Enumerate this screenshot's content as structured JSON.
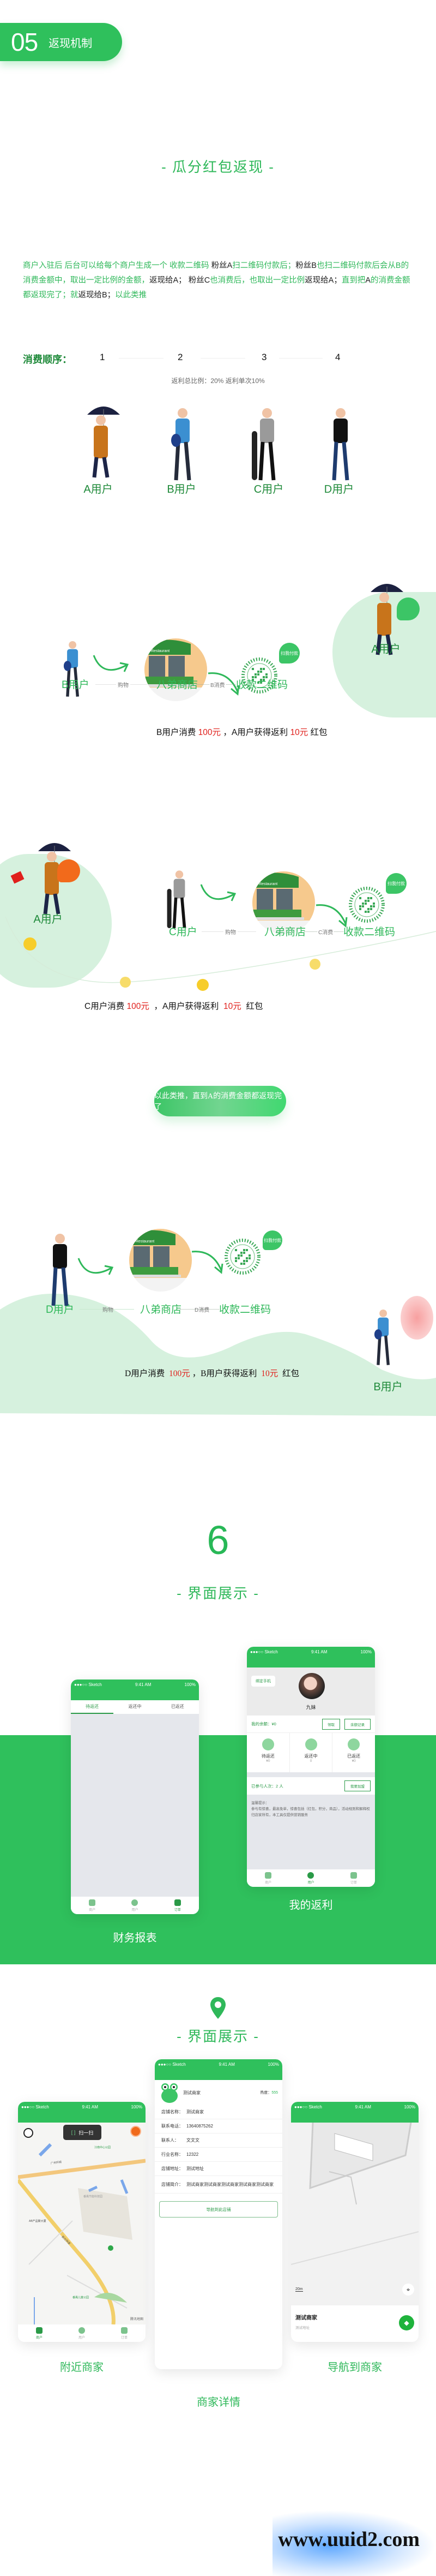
{
  "header": {
    "number": "05",
    "title": "返现机制"
  },
  "section_title": "- 瓜分红包返现 -",
  "intro": {
    "segments": [
      {
        "text": "商户入驻后  后台可以给每个商户生成一个 收款二维码  ",
        "color": "green"
      },
      {
        "text": "粉丝A",
        "color": "black"
      },
      {
        "text": "扫二维码付款后；",
        "color": "green"
      },
      {
        "text": "粉丝B",
        "color": "black"
      },
      {
        "text": "也扫二维码付款后会从B的消费金额中，取出一定比例的金额，",
        "color": "green"
      },
      {
        "text": "返现给A；  粉丝C",
        "color": "black"
      },
      {
        "text": "也消费后，也取出一定比例",
        "color": "green"
      },
      {
        "text": "返现给A；",
        "color": "black"
      },
      {
        "text": "直到把",
        "color": "green"
      },
      {
        "text": "A",
        "color": "black"
      },
      {
        "text": "的消费金额都返现完了；就",
        "color": "green"
      },
      {
        "text": "返现给B；",
        "color": "black"
      },
      {
        "text": "以此类推",
        "color": "green"
      }
    ]
  },
  "sequence": {
    "label": "消费顺序：",
    "steps": [
      "1",
      "2",
      "3",
      "4"
    ],
    "ratio_text": "返利总比例：20%  返利单次10%",
    "users": [
      "A用户",
      "B用户",
      "C用户",
      "D用户"
    ]
  },
  "flows": [
    {
      "buyer": "B用户",
      "shop_action": "购物",
      "store": "八弟商店",
      "pay_action": "B消费",
      "qr": "收款二维码",
      "bubble": "扫我付款",
      "beneficiary": "A用户",
      "summary": [
        {
          "text": "B用户消费 "
        },
        {
          "text": "100元",
          "red": true
        },
        {
          "text": " ，A用户获得返利 "
        },
        {
          "text": "10元",
          "red": true
        },
        {
          "text": " 红包"
        }
      ]
    },
    {
      "buyer": "C用户",
      "shop_action": "购物",
      "store": "八弟商店",
      "pay_action": "C消费",
      "qr": "收款二维码",
      "bubble": "扫我付款",
      "beneficiary": "A用户",
      "summary": [
        {
          "text": "C用户消费 "
        },
        {
          "text": "100元",
          "red": true
        },
        {
          "text": "  ，A用户获得返利  "
        },
        {
          "text": "10元",
          "red": true
        },
        {
          "text": "  红包"
        }
      ]
    },
    {
      "buyer": "D用户",
      "shop_action": "购物",
      "store": "八弟商店",
      "pay_action": "D消费",
      "qr": "收款二维码",
      "bubble": "扫我付款",
      "beneficiary": "B用户",
      "summary": [
        {
          "text": "D用户消费  "
        },
        {
          "text": "100元",
          "red": true
        },
        {
          "text": " ，B用户获得返利  "
        },
        {
          "text": "10元",
          "red": true
        },
        {
          "text": "  红包"
        }
      ]
    }
  ],
  "store_sign": "Restaurant",
  "continue_pill": "以此类推，直到A的消费金额都返现完了",
  "section6": {
    "number": "6",
    "title": "- 界面展示 -"
  },
  "status_bar": {
    "carrier": "●●●○○ Sketch",
    "time": "9:41 AM",
    "battery": "100%"
  },
  "finance_screen": {
    "tabs": [
      "待返还",
      "返还中",
      "已返还"
    ],
    "active_tab": 0,
    "caption": "财务报表",
    "nav": [
      "商户",
      "用户",
      "订单"
    ],
    "active_nav": 2
  },
  "rebate_screen": {
    "bind_phone": "绑定手机",
    "user_name": "九妹",
    "balance_label": "我的余额：¥0",
    "claim_button": "领取",
    "records_button": "余额记录",
    "stats": [
      {
        "label": "待返还",
        "value": "¥0"
      },
      {
        "label": "返还中",
        "value": "0"
      },
      {
        "label": "已返还",
        "value": "¥0"
      }
    ],
    "participants": "已参与人次：2 人",
    "join_button": "我要加盟",
    "notice_title": "温馨提示：",
    "notice_body": "参与有惊喜，最高免单，惊喜包括（红包，积分，商品），活动规则和解释权归店家所有，本工具仅提供营销服务",
    "nav": [
      "商户",
      "用户",
      "订单"
    ],
    "active_nav": 1,
    "caption": "我的返利"
  },
  "section7": {
    "title": "- 界面展示 -"
  },
  "nearby_screen": {
    "scan_button": "扫一扫",
    "map_attribution": "腾讯地图",
    "nav": [
      "商户",
      "用户",
      "订单"
    ],
    "active_nav": 0,
    "caption": "附近商家",
    "map_labels": [
      "广州环城",
      "新光快速",
      "番禺节能科技园",
      "AB产品聚大厦",
      "江南中心公园",
      "番禺儿童公园"
    ]
  },
  "detail_screen": {
    "merchant": "测试商家",
    "heat_label": "热度：",
    "heat_value": "555",
    "fields": [
      {
        "k": "店铺名称：",
        "v": "测试商家"
      },
      {
        "k": "联系电话：",
        "v": "13640875262"
      },
      {
        "k": "联系人：",
        "v": "文文文"
      },
      {
        "k": "行业名称：",
        "v": "12322"
      },
      {
        "k": "店铺地址：",
        "v": "测试地址"
      },
      {
        "k": "店铺简介：",
        "v": "测试商家测试商家测试商家测试商家测试商家"
      }
    ],
    "nav_button": "导航到此店铺",
    "caption": "商家详情"
  },
  "navigate_screen": {
    "scale": "20m",
    "merchant": "测试商家",
    "address": "测试地址",
    "caption": "导航到商家"
  },
  "watermark": "www.uuid2.com",
  "colors": {
    "brand_green": "#2fc05c",
    "accent_red": "#e0201c",
    "light_green": "#d6f1de"
  }
}
